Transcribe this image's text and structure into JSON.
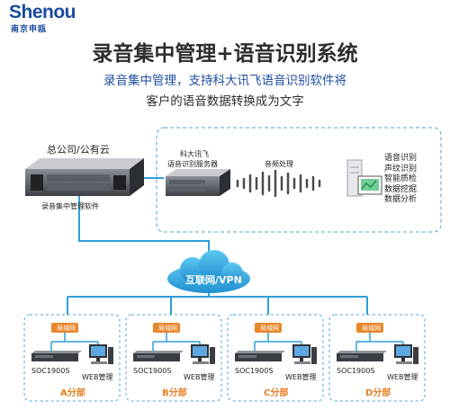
{
  "logo": {
    "brand": "Shenou",
    "sub": "南京申瓯"
  },
  "title": "录音集中管理+语音识别系统",
  "subtitle_line1": "录音集中管理，支持科大讯飞语音识别软件将",
  "subtitle_line2": "客户的语音数据转换成为文字",
  "hq": {
    "label": "总公司/公有云",
    "software_label": "录音集中管理软件"
  },
  "asr": {
    "server_label_1": "科大讯飞",
    "server_label_2": "语音识别服务器",
    "audio_label": "音频处理",
    "features": [
      "语音识别",
      "声纹识别",
      "智能质检",
      "数据挖掘",
      "数据分析"
    ]
  },
  "network": {
    "label": "互联网/VPN"
  },
  "branches": [
    {
      "lan": "局域网",
      "device": "SOC1900S",
      "web": "WEB管理",
      "name": "A分部"
    },
    {
      "lan": "局域网",
      "device": "SOC1900S",
      "web": "WEB管理",
      "name": "B分部"
    },
    {
      "lan": "局域网",
      "device": "SOC1900S",
      "web": "WEB管理",
      "name": "C分部"
    },
    {
      "lan": "局域网",
      "device": "SOC1900S",
      "web": "WEB管理",
      "name": "D分部"
    }
  ],
  "colors": {
    "brand": "#1b4aa0",
    "link": "#2e9fd8",
    "branch": "#e67e22",
    "badge": "#e8862a"
  }
}
